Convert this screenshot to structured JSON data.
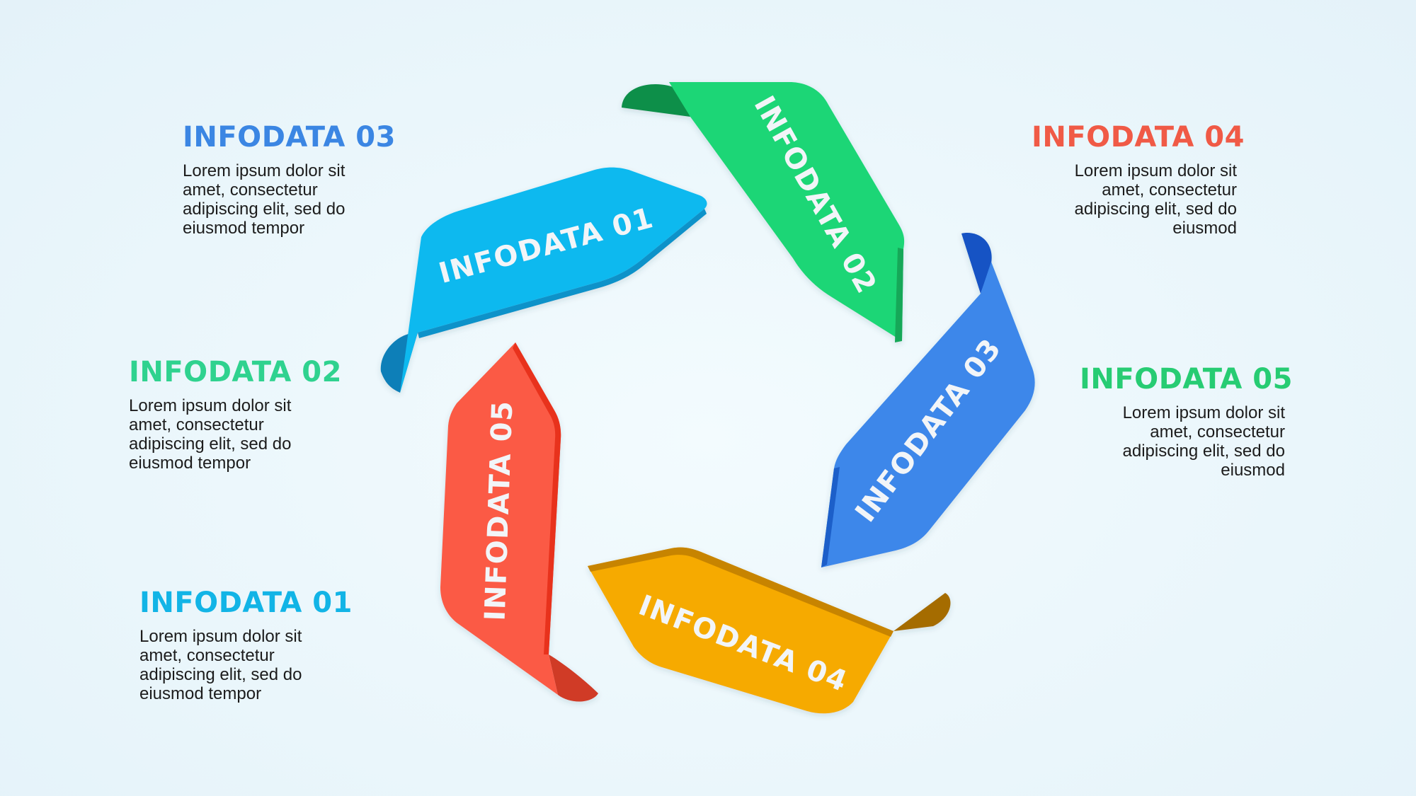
{
  "left_items": [
    {
      "title": "INFODATA 03",
      "text": "Lorem ipsum dolor sit amet, consectetur adipiscing elit, sed do eiusmod tempor",
      "color": "#3b86e3"
    },
    {
      "title": "INFODATA 02",
      "text": "Lorem ipsum dolor sit amet, consectetur adipiscing elit, sed do eiusmod tempor",
      "color": "#2fd28f"
    },
    {
      "title": "INFODATA 01",
      "text": "Lorem ipsum dolor sit amet, consectetur adipiscing elit, sed do eiusmod tempor",
      "color": "#12b4e6"
    }
  ],
  "right_items": [
    {
      "title": "INFODATA 04",
      "text": "Lorem ipsum dolor sit amet, consectetur adipiscing elit, sed do eiusmod",
      "color": "#f05a46"
    },
    {
      "title": "INFODATA 05",
      "text": "Lorem ipsum dolor sit amet, consectetur adipiscing elit, sed do eiusmod",
      "color": "#27cc73"
    }
  ],
  "ribbons": [
    {
      "label": "INFODATA 01",
      "color": "#10b9ef"
    },
    {
      "label": "INFODATA 02",
      "color": "#1fd676"
    },
    {
      "label": "INFODATA 03",
      "color": "#3c87ea"
    },
    {
      "label": "INFODATA 04",
      "color": "#f6aa00"
    },
    {
      "label": "INFODATA 05",
      "color": "#fb5a44"
    }
  ]
}
